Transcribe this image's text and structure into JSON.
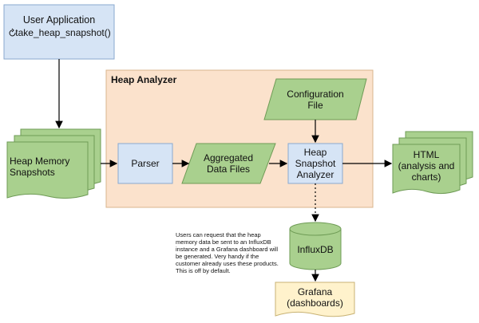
{
  "user_app": {
    "title": "User Application",
    "call": "take_heap_snapshot()",
    "icon": "refresh-icon"
  },
  "heap_snapshots": {
    "label": "Heap Memory\nSnapshots"
  },
  "analyzer_group": {
    "title": "Heap Analyzer"
  },
  "parser": {
    "label": "Parser"
  },
  "aggregated_files": {
    "label": "Aggregated\nData Files"
  },
  "configuration_file": {
    "label": "Configuration\nFile"
  },
  "snapshot_analyzer": {
    "label": "Heap\nSnapshot\nAnalyzer"
  },
  "html_output": {
    "label": "HTML\n(analysis and\ncharts)"
  },
  "influxdb": {
    "label": "InfluxDB"
  },
  "grafana": {
    "label": "Grafana\n(dashboards)"
  },
  "note": {
    "text": "Users can request that the heap memory data be sent to an InfluxDB instance and a Grafana dashboard will be generated. Very handy if the customer already uses these products. This is off by default."
  },
  "colors": {
    "blue_fill": "#d6e4f5",
    "blue_stroke": "#8aa9cf",
    "green_fill": "#a9d08e",
    "green_stroke": "#6e9b55",
    "group_fill": "#fbe2cc",
    "group_stroke": "#d9b48c",
    "yellow_fill": "#fff2cc",
    "yellow_stroke": "#c8b273"
  }
}
